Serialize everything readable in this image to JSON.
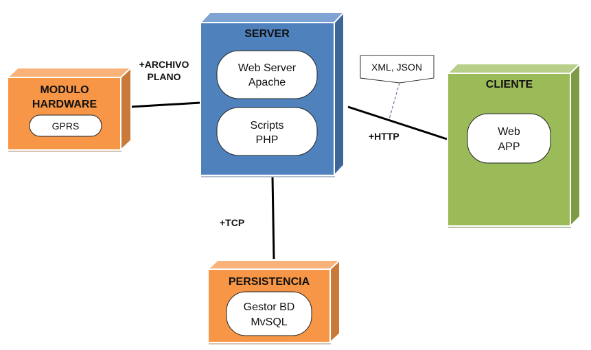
{
  "diagram": {
    "type": "deployment-diagram",
    "nodes": {
      "modulo": {
        "title_lines": [
          "MODULO",
          "HARDWARE"
        ],
        "components": [
          {
            "lines": [
              "GPRS"
            ]
          }
        ],
        "colors": {
          "front": "#F79646",
          "top": "#F9B27A",
          "side": "#C97A39"
        }
      },
      "server": {
        "title_lines": [
          "SERVER"
        ],
        "components": [
          {
            "lines": [
              "Web Server",
              "Apache"
            ]
          },
          {
            "lines": [
              "Scripts",
              "PHP"
            ]
          }
        ],
        "colors": {
          "front": "#4F81BD",
          "top": "#7FA3D2",
          "side": "#3D6698"
        }
      },
      "cliente": {
        "title_lines": [
          "CLIENTE"
        ],
        "components": [
          {
            "lines": [
              "Web",
              "APP"
            ]
          }
        ],
        "colors": {
          "front": "#9BBB59",
          "top": "#B7CF88",
          "side": "#7D9A45"
        }
      },
      "persistencia": {
        "title_lines": [
          "PERSISTENCIA"
        ],
        "components": [
          {
            "lines": [
              "Gestor BD",
              "MvSQL"
            ]
          }
        ],
        "colors": {
          "front": "#F79646",
          "top": "#F9B27A",
          "side": "#C97A39"
        }
      }
    },
    "edges": {
      "archivo": {
        "from": "modulo",
        "to": "server",
        "label_lines": [
          "+ARCHIVO",
          "PLANO"
        ]
      },
      "http": {
        "from": "server",
        "to": "cliente",
        "label_lines": [
          "+HTTP"
        ]
      },
      "tcp": {
        "from": "server",
        "to": "persistencia",
        "label_lines": [
          "+TCP"
        ]
      }
    },
    "note": {
      "text": "XML, JSON",
      "attached_to": "http",
      "connector_color": "#8064A2"
    }
  }
}
